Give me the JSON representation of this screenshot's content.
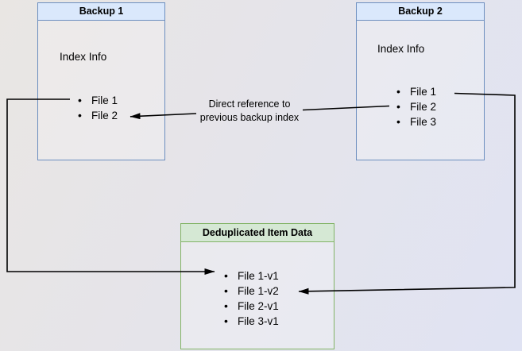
{
  "diagram": {
    "boxes": {
      "backup1": {
        "title": "Backup 1",
        "subtitle": "Index Info",
        "items": [
          "File 1",
          "File 2"
        ]
      },
      "backup2": {
        "title": "Backup 2",
        "subtitle": "Index Info",
        "items": [
          "File 1",
          "File 2",
          "File 3"
        ]
      },
      "dedup": {
        "title": "Deduplicated Item Data",
        "items": [
          "File 1-v1",
          "File 1-v2",
          "File 2-v1",
          "File 3-v1"
        ]
      }
    },
    "annotations": {
      "direct_reference_label": "Direct reference to previous backup index"
    },
    "arrows": {
      "direct_reference": {
        "from": "Backup 2 / File 2",
        "to": "Backup 1 / File 2"
      },
      "backup1_file1_to_dedup": {
        "from": "Backup 1 / File 1",
        "to": "Deduplicated Item Data / File 1-v1"
      },
      "backup2_file1_to_dedup": {
        "from": "Backup 2 / File 1",
        "to": "Deduplicated Item Data / File 1-v2"
      }
    },
    "colors": {
      "blue_border": "#6c8ebf",
      "blue_header_fill": "#dae8fc",
      "green_border": "#82b366",
      "green_header_fill": "#d5e8d4",
      "line_color": "#000000",
      "text_color": "#000000"
    }
  }
}
